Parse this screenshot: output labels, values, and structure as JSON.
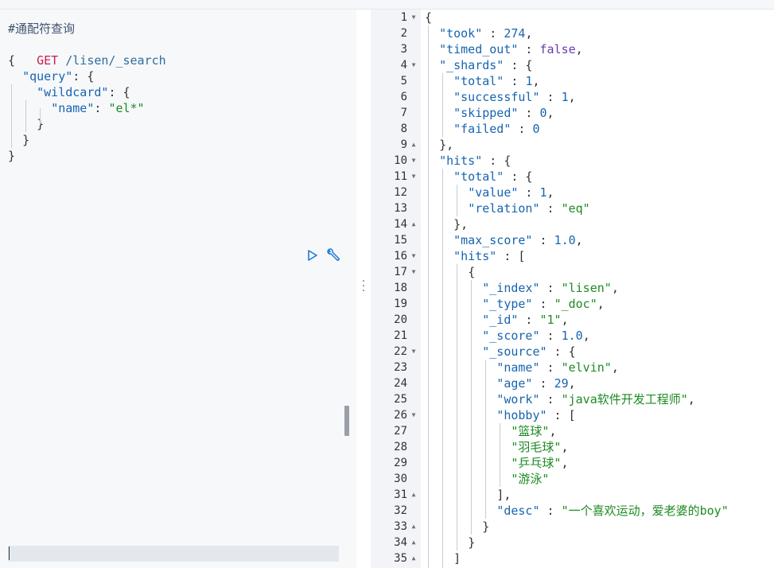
{
  "request": {
    "comment": "#通配符查询",
    "method": "GET",
    "url": "/lisen/_search",
    "body_lines": [
      {
        "indent": 0,
        "parts": [
          {
            "t": "{",
            "c": "punc"
          }
        ]
      },
      {
        "indent": 1,
        "parts": [
          {
            "t": "\"query\"",
            "c": "key"
          },
          {
            "t": ": {",
            "c": "punc"
          }
        ]
      },
      {
        "indent": 2,
        "parts": [
          {
            "t": "\"wildcard\"",
            "c": "key"
          },
          {
            "t": ": {",
            "c": "punc"
          }
        ]
      },
      {
        "indent": 3,
        "parts": [
          {
            "t": "\"name\"",
            "c": "key"
          },
          {
            "t": ": ",
            "c": "punc"
          },
          {
            "t": "\"el*\"",
            "c": "str"
          }
        ]
      },
      {
        "indent": 2,
        "parts": [
          {
            "t": "}",
            "c": "punc"
          }
        ]
      },
      {
        "indent": 1,
        "parts": [
          {
            "t": "}",
            "c": "punc"
          }
        ]
      },
      {
        "indent": 0,
        "parts": [
          {
            "t": "}",
            "c": "punc"
          }
        ]
      }
    ],
    "icons": {
      "run": "play-icon",
      "settings": "wrench-icon"
    }
  },
  "divider": {
    "icon": "vertical-dots-icon"
  },
  "response": {
    "lines": [
      {
        "n": "1",
        "fold": "open",
        "indent": 0,
        "parts": [
          {
            "t": "{",
            "c": "punc"
          }
        ]
      },
      {
        "n": "2",
        "fold": "",
        "indent": 1,
        "parts": [
          {
            "t": "\"took\"",
            "c": "key"
          },
          {
            "t": " : ",
            "c": "punc"
          },
          {
            "t": "274",
            "c": "num"
          },
          {
            "t": ",",
            "c": "punc"
          }
        ]
      },
      {
        "n": "3",
        "fold": "",
        "indent": 1,
        "parts": [
          {
            "t": "\"timed_out\"",
            "c": "key"
          },
          {
            "t": " : ",
            "c": "punc"
          },
          {
            "t": "false",
            "c": "bool"
          },
          {
            "t": ",",
            "c": "punc"
          }
        ]
      },
      {
        "n": "4",
        "fold": "open",
        "indent": 1,
        "parts": [
          {
            "t": "\"_shards\"",
            "c": "key"
          },
          {
            "t": " : {",
            "c": "punc"
          }
        ]
      },
      {
        "n": "5",
        "fold": "",
        "indent": 2,
        "parts": [
          {
            "t": "\"total\"",
            "c": "key"
          },
          {
            "t": " : ",
            "c": "punc"
          },
          {
            "t": "1",
            "c": "num"
          },
          {
            "t": ",",
            "c": "punc"
          }
        ]
      },
      {
        "n": "6",
        "fold": "",
        "indent": 2,
        "parts": [
          {
            "t": "\"successful\"",
            "c": "key"
          },
          {
            "t": " : ",
            "c": "punc"
          },
          {
            "t": "1",
            "c": "num"
          },
          {
            "t": ",",
            "c": "punc"
          }
        ]
      },
      {
        "n": "7",
        "fold": "",
        "indent": 2,
        "parts": [
          {
            "t": "\"skipped\"",
            "c": "key"
          },
          {
            "t": " : ",
            "c": "punc"
          },
          {
            "t": "0",
            "c": "num"
          },
          {
            "t": ",",
            "c": "punc"
          }
        ]
      },
      {
        "n": "8",
        "fold": "",
        "indent": 2,
        "parts": [
          {
            "t": "\"failed\"",
            "c": "key"
          },
          {
            "t": " : ",
            "c": "punc"
          },
          {
            "t": "0",
            "c": "num"
          }
        ]
      },
      {
        "n": "9",
        "fold": "close",
        "indent": 1,
        "parts": [
          {
            "t": "},",
            "c": "punc"
          }
        ]
      },
      {
        "n": "10",
        "fold": "open",
        "indent": 1,
        "parts": [
          {
            "t": "\"hits\"",
            "c": "key"
          },
          {
            "t": " : {",
            "c": "punc"
          }
        ]
      },
      {
        "n": "11",
        "fold": "open",
        "indent": 2,
        "parts": [
          {
            "t": "\"total\"",
            "c": "key"
          },
          {
            "t": " : {",
            "c": "punc"
          }
        ]
      },
      {
        "n": "12",
        "fold": "",
        "indent": 3,
        "parts": [
          {
            "t": "\"value\"",
            "c": "key"
          },
          {
            "t": " : ",
            "c": "punc"
          },
          {
            "t": "1",
            "c": "num"
          },
          {
            "t": ",",
            "c": "punc"
          }
        ]
      },
      {
        "n": "13",
        "fold": "",
        "indent": 3,
        "parts": [
          {
            "t": "\"relation\"",
            "c": "key"
          },
          {
            "t": " : ",
            "c": "punc"
          },
          {
            "t": "\"eq\"",
            "c": "str"
          }
        ]
      },
      {
        "n": "14",
        "fold": "close",
        "indent": 2,
        "parts": [
          {
            "t": "},",
            "c": "punc"
          }
        ]
      },
      {
        "n": "15",
        "fold": "",
        "indent": 2,
        "parts": [
          {
            "t": "\"max_score\"",
            "c": "key"
          },
          {
            "t": " : ",
            "c": "punc"
          },
          {
            "t": "1.0",
            "c": "num"
          },
          {
            "t": ",",
            "c": "punc"
          }
        ]
      },
      {
        "n": "16",
        "fold": "open",
        "indent": 2,
        "parts": [
          {
            "t": "\"hits\"",
            "c": "key"
          },
          {
            "t": " : [",
            "c": "punc"
          }
        ]
      },
      {
        "n": "17",
        "fold": "open",
        "indent": 3,
        "parts": [
          {
            "t": "{",
            "c": "punc"
          }
        ]
      },
      {
        "n": "18",
        "fold": "",
        "indent": 4,
        "parts": [
          {
            "t": "\"_index\"",
            "c": "key"
          },
          {
            "t": " : ",
            "c": "punc"
          },
          {
            "t": "\"lisen\"",
            "c": "str"
          },
          {
            "t": ",",
            "c": "punc"
          }
        ]
      },
      {
        "n": "19",
        "fold": "",
        "indent": 4,
        "parts": [
          {
            "t": "\"_type\"",
            "c": "key"
          },
          {
            "t": " : ",
            "c": "punc"
          },
          {
            "t": "\"_doc\"",
            "c": "str"
          },
          {
            "t": ",",
            "c": "punc"
          }
        ]
      },
      {
        "n": "20",
        "fold": "",
        "indent": 4,
        "parts": [
          {
            "t": "\"_id\"",
            "c": "key"
          },
          {
            "t": " : ",
            "c": "punc"
          },
          {
            "t": "\"1\"",
            "c": "str"
          },
          {
            "t": ",",
            "c": "punc"
          }
        ]
      },
      {
        "n": "21",
        "fold": "",
        "indent": 4,
        "parts": [
          {
            "t": "\"_score\"",
            "c": "key"
          },
          {
            "t": " : ",
            "c": "punc"
          },
          {
            "t": "1.0",
            "c": "num"
          },
          {
            "t": ",",
            "c": "punc"
          }
        ]
      },
      {
        "n": "22",
        "fold": "open",
        "indent": 4,
        "parts": [
          {
            "t": "\"_source\"",
            "c": "key"
          },
          {
            "t": " : {",
            "c": "punc"
          }
        ]
      },
      {
        "n": "23",
        "fold": "",
        "indent": 5,
        "parts": [
          {
            "t": "\"name\"",
            "c": "key"
          },
          {
            "t": " : ",
            "c": "punc"
          },
          {
            "t": "\"elvin\"",
            "c": "str"
          },
          {
            "t": ",",
            "c": "punc"
          }
        ]
      },
      {
        "n": "24",
        "fold": "",
        "indent": 5,
        "parts": [
          {
            "t": "\"age\"",
            "c": "key"
          },
          {
            "t": " : ",
            "c": "punc"
          },
          {
            "t": "29",
            "c": "num"
          },
          {
            "t": ",",
            "c": "punc"
          }
        ]
      },
      {
        "n": "25",
        "fold": "",
        "indent": 5,
        "parts": [
          {
            "t": "\"work\"",
            "c": "key"
          },
          {
            "t": " : ",
            "c": "punc"
          },
          {
            "t": "\"java软件开发工程师\"",
            "c": "str"
          },
          {
            "t": ",",
            "c": "punc"
          }
        ]
      },
      {
        "n": "26",
        "fold": "open",
        "indent": 5,
        "parts": [
          {
            "t": "\"hobby\"",
            "c": "key"
          },
          {
            "t": " : [",
            "c": "punc"
          }
        ]
      },
      {
        "n": "27",
        "fold": "",
        "indent": 6,
        "parts": [
          {
            "t": "\"篮球\"",
            "c": "str"
          },
          {
            "t": ",",
            "c": "punc"
          }
        ]
      },
      {
        "n": "28",
        "fold": "",
        "indent": 6,
        "parts": [
          {
            "t": "\"羽毛球\"",
            "c": "str"
          },
          {
            "t": ",",
            "c": "punc"
          }
        ]
      },
      {
        "n": "29",
        "fold": "",
        "indent": 6,
        "parts": [
          {
            "t": "\"乒乓球\"",
            "c": "str"
          },
          {
            "t": ",",
            "c": "punc"
          }
        ]
      },
      {
        "n": "30",
        "fold": "",
        "indent": 6,
        "parts": [
          {
            "t": "\"游泳\"",
            "c": "str"
          }
        ]
      },
      {
        "n": "31",
        "fold": "close",
        "indent": 5,
        "parts": [
          {
            "t": "],",
            "c": "punc"
          }
        ]
      },
      {
        "n": "32",
        "fold": "",
        "indent": 5,
        "parts": [
          {
            "t": "\"desc\"",
            "c": "key"
          },
          {
            "t": " : ",
            "c": "punc"
          },
          {
            "t": "\"一个喜欢运动，爱老婆的boy\"",
            "c": "str"
          }
        ]
      },
      {
        "n": "33",
        "fold": "close",
        "indent": 4,
        "parts": [
          {
            "t": "}",
            "c": "punc"
          }
        ]
      },
      {
        "n": "34",
        "fold": "close",
        "indent": 3,
        "parts": [
          {
            "t": "}",
            "c": "punc"
          }
        ]
      },
      {
        "n": "35",
        "fold": "close",
        "indent": 2,
        "parts": [
          {
            "t": "]",
            "c": "punc"
          }
        ]
      }
    ]
  },
  "colors": {
    "key": "#1764b0",
    "string": "#1d8a23",
    "number": "#1764b0",
    "boolean": "#6a3ab2",
    "method": "#c51f4f",
    "comment": "#41536f",
    "run_icon": "#1e7ad6",
    "gutter_bg": "#f2f4f7",
    "request_bg": "#f7f8fa"
  }
}
